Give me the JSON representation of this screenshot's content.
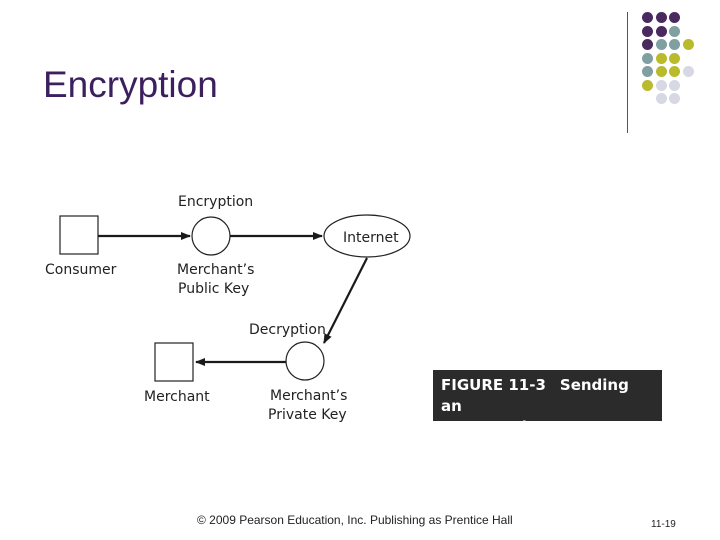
{
  "slide": {
    "title": "Encryption",
    "footer": "© 2009 Pearson Education, Inc. Publishing as Prentice Hall",
    "page_number": "11-19"
  },
  "figure": {
    "label_encryption": "Encryption",
    "label_consumer": "Consumer",
    "label_public_key_line1": "Merchant’s",
    "label_public_key_line2": "Public Key",
    "label_internet": "Internet",
    "label_decryption": "Decryption",
    "label_merchant": "Merchant",
    "label_private_key_line1": "Merchant’s",
    "label_private_key_line2": "Private Key",
    "caption_number": "FIGURE 11-3",
    "caption_title_line1": "Sending an",
    "caption_title_line2": "Encrypted Message"
  },
  "colors": {
    "title": "#3b1f5e",
    "dot_purple": "#4a2a5e",
    "dot_teal": "#7f9fa1",
    "dot_olive": "#b9bb2c",
    "dot_lavender": "#d8d8e4",
    "caption_bg": "#2b2b2b"
  },
  "decoration": {
    "dot_grid": [
      [
        "purple",
        "purple",
        "purple",
        null
      ],
      [
        "purple",
        "purple",
        "teal",
        null
      ],
      [
        "purple",
        "teal",
        "teal",
        "olive"
      ],
      [
        "teal",
        "olive",
        "olive",
        null
      ],
      [
        "teal",
        "olive",
        "olive",
        "lavender"
      ],
      [
        "olive",
        "lavender",
        "lavender",
        null
      ],
      [
        null,
        "lavender",
        "lavender",
        null
      ]
    ]
  }
}
